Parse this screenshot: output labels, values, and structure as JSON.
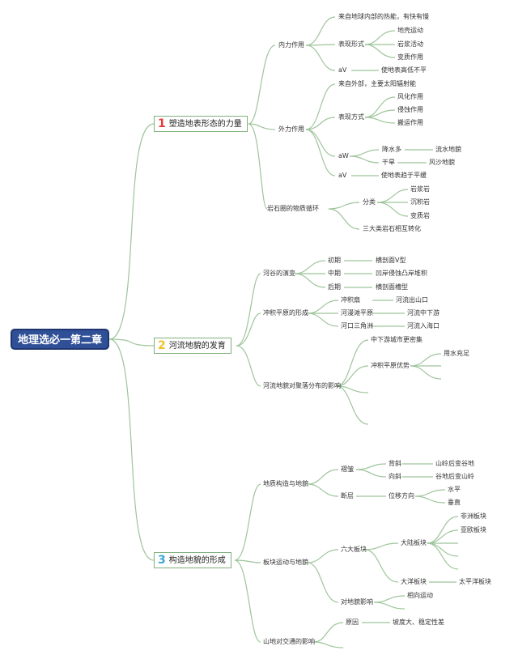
{
  "root": "地理选必一第二章",
  "colors": {
    "link": "#9ec59b",
    "root_bg": "#2f4f96",
    "num1": "#e33b3b",
    "num2": "#f0c22a",
    "num3": "#3aa7dc"
  },
  "topics": [
    {
      "num": "1",
      "label": "塑造地表形态的力量"
    },
    {
      "num": "2",
      "label": "河流地貌的发育"
    },
    {
      "num": "3",
      "label": "构造地貌的形成"
    }
  ],
  "t1": {
    "neili": "内力作用",
    "neili_src": "来自地球内部的热能，有快有慢",
    "neili_form": "表现形式",
    "neili_f1": "地壳运动",
    "neili_f2": "岩浆活动",
    "neili_f3": "变质作用",
    "neili_av": "aV",
    "neili_effect": "使地表高低不平",
    "waili": "外力作用",
    "waili_src": "来自外部，主要太阳辐射能",
    "waili_form": "表现方式",
    "waili_f1": "风化作用",
    "waili_f2": "侵蚀作用",
    "waili_f3": "搬运作用",
    "waili_aw": "aW",
    "rain": "降水多",
    "rain_res": "流水地貌",
    "dry": "干旱",
    "dry_res": "风沙地貌",
    "waili_av": "aV",
    "waili_effect": "使地表趋于平缓",
    "rock": "岩石圈的物质循环",
    "rock_cls": "分类",
    "rock_c1": "岩浆岩",
    "rock_c2": "沉积岩",
    "rock_c3": "变质岩",
    "rock_conv": "三大类岩石相互转化"
  },
  "t2": {
    "valley": "河谷的演变",
    "early": "初期",
    "early_res": "横剖面V型",
    "mid": "中期",
    "mid_res": "凹岸侵蚀凸岸堆积",
    "late": "后期",
    "late_res": "横剖面槽型",
    "plain": "冲积平原的形成",
    "fan": "冲积扇",
    "fan_res": "河流出山口",
    "floodplain": "河漫滩平原",
    "floodplain_res": "河流中下游",
    "delta": "河口三角洲",
    "delta_res": "河流入海口",
    "settle": "河流地貌对聚落分布的影响",
    "settle_1": "中下游城市更密集",
    "settle_adv": "冲积平原优势",
    "settle_water": "用水充足"
  },
  "t3": {
    "geo": "地质构造与地貌",
    "fold": "褶皱",
    "anticline": "背斜",
    "anticline_res": "山岭后变谷地",
    "syncline": "向斜",
    "syncline_res": "谷地后变山岭",
    "fault": "断层",
    "disp": "位移方向",
    "horiz": "水平",
    "vert": "垂直",
    "plate": "板块运动与地貌",
    "six": "六大板块",
    "cont": "大陆板块",
    "cont_1": "非洲板块",
    "cont_2": "亚欧板块",
    "ocean": "大洋板块",
    "ocean_1": "太平洋板块",
    "effect": "对地貌影响",
    "effect_1": "相向运动",
    "traffic": "山地对交通的影响",
    "reason": "原因",
    "reason_res": "坡度大、稳定性差"
  }
}
